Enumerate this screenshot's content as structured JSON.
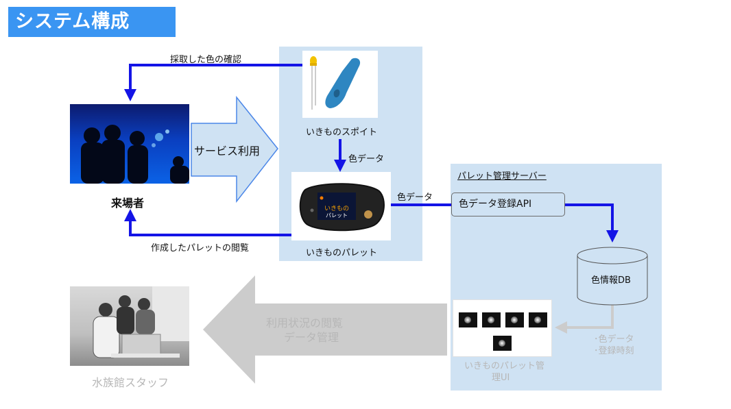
{
  "title": "システム構成",
  "labels": {
    "confirm_color": "採取した色の確認",
    "service_use": "サービス利用",
    "visitor": "来場者",
    "view_palette": "作成したパレットの閲覧",
    "dropper": "いきものスポイト",
    "color_data_1": "色データ",
    "color_data_2": "色データ",
    "palette": "いきものパレット",
    "server_title": "パレット管理サーバー",
    "api": "色データ登録API",
    "db": "色情報DB",
    "staff_action_line1": "利用状況の閲覧",
    "staff_action_line2": "データ管理",
    "staff": "水族館スタッフ",
    "db_output_line1": "･色データ",
    "db_output_line2": "･登録時刻",
    "admin_ui_line1": "いきものパレット管",
    "admin_ui_line2": "理UI",
    "device_screen_line1": "いきもの",
    "device_screen_line2": "パレット"
  },
  "colors": {
    "title_bg": "#3a95f2",
    "panel_bg": "#cfe2f3",
    "arrow_blue": "#1414e6",
    "arrow_grey": "#cccccc",
    "service_arrow_fill": "#cfe2f3",
    "service_arrow_stroke": "#4a86e8"
  },
  "icons": [
    "led-icon",
    "dropper-device-icon",
    "palette-device-icon",
    "database-cylinder-icon"
  ]
}
